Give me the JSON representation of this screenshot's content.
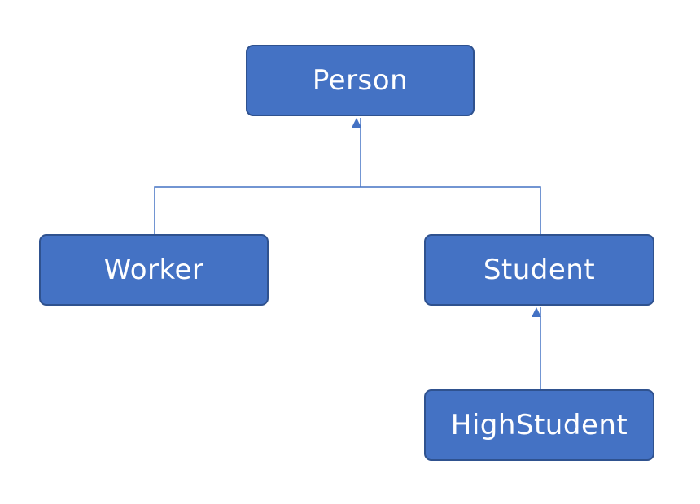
{
  "diagram": {
    "colors": {
      "node_fill": "#4472c4",
      "node_border": "#2f528f",
      "node_text": "#ffffff",
      "connector": "#4472c4"
    },
    "nodes": {
      "person": {
        "label": "Person"
      },
      "worker": {
        "label": "Worker"
      },
      "student": {
        "label": "Student"
      },
      "high_student": {
        "label": "HighStudent"
      }
    },
    "edges": [
      {
        "from": "worker",
        "to": "person"
      },
      {
        "from": "student",
        "to": "person"
      },
      {
        "from": "high_student",
        "to": "student"
      }
    ]
  }
}
